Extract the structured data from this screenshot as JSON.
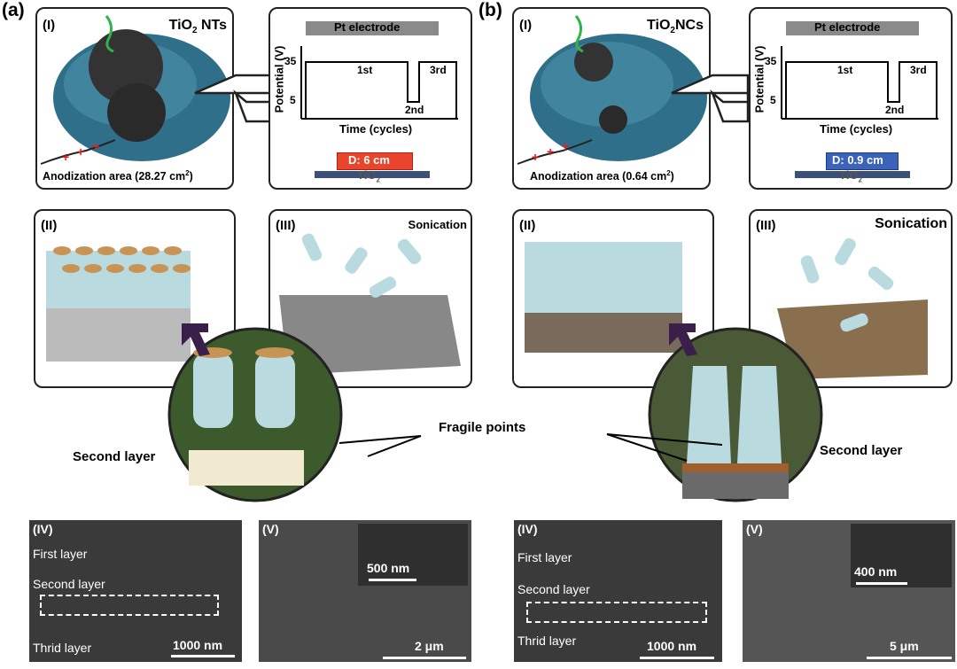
{
  "panel_a": {
    "letter": "(a)",
    "i": {
      "roman": "(I)",
      "title_main": "TiO",
      "title_sub": "2",
      "title_tail": " NTs",
      "area_label": "Anodization area (28.27 cm",
      "area_sup": "2",
      "area_close": ")",
      "pt_electrode": "Pt electrode",
      "y_axis": "Potential (V)",
      "tick_35": "35",
      "tick_5": "5",
      "step_1": "1st",
      "step_2": "2nd",
      "step_3": "3rd",
      "x_axis": "Time (cycles)",
      "distance": "D: 6 cm",
      "substrate": "TiO",
      "substrate_sub": "2"
    },
    "ii": {
      "roman": "(II)"
    },
    "iii": {
      "roman": "(III)",
      "label": "Sonication"
    },
    "second_layer": "Second layer",
    "iv": {
      "roman": "(IV)",
      "first": "First layer",
      "second": "Second layer",
      "third": "Thrid layer",
      "scale": "1000 nm"
    },
    "v": {
      "roman": "(V)",
      "inset_scale": "500 nm",
      "scale": "2 μm"
    }
  },
  "panel_b": {
    "letter": "(b)",
    "i": {
      "roman": "(I)",
      "title_main": "TiO",
      "title_sub": "2",
      "title_tail": "NCs",
      "area_label": "Anodization area (0.64 cm",
      "area_sup": "2",
      "area_close": ")",
      "pt_electrode": "Pt electrode",
      "y_axis": "Potential (V)",
      "tick_35": "35",
      "tick_5": "5",
      "step_1": "1st",
      "step_2": "2nd",
      "step_3": "3rd",
      "x_axis": "Time (cycles)",
      "distance": "D: 0.9 cm",
      "substrate": "TiO",
      "substrate_sub": "2"
    },
    "ii": {
      "roman": "(II)"
    },
    "iii": {
      "roman": "(III)",
      "label": "Sonication"
    },
    "second_layer": "Second layer",
    "iv": {
      "roman": "(IV)",
      "first": "First layer",
      "second": "Second layer",
      "third": "Thrid layer",
      "scale": "1000 nm"
    },
    "v": {
      "roman": "(V)",
      "inset_scale": "400 nm",
      "scale": "5 μm"
    }
  },
  "fragile_points": "Fragile points",
  "colors": {
    "bowl": "#2f6f8a",
    "tube": "#b9dbe0",
    "cap": "#c89456",
    "distance_a": "#e8452c",
    "distance_b": "#3b63b8",
    "arrow": "#3a1f4a"
  }
}
